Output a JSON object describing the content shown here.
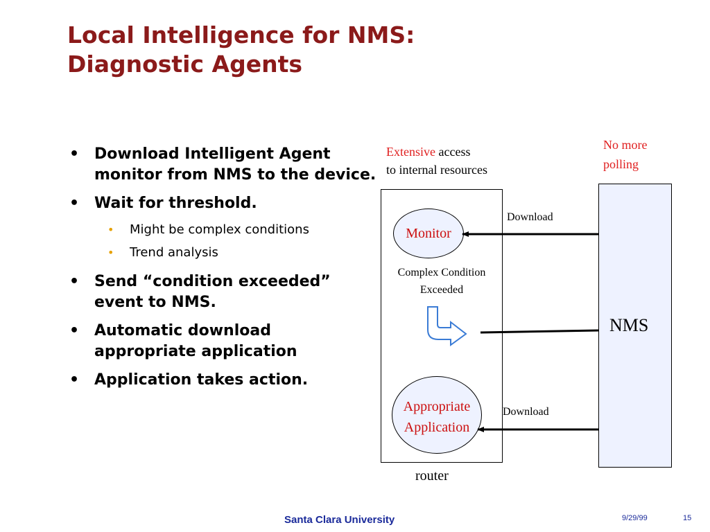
{
  "title": {
    "line1": "Local Intelligence for NMS:",
    "line2": "Diagnostic Agents"
  },
  "bullets": [
    {
      "text": "Download Intelligent Agent monitor from NMS to the device."
    },
    {
      "text": "Wait for threshold.",
      "sub": [
        "Might be complex conditions",
        "Trend analysis"
      ]
    },
    {
      "text": "Send “condition exceeded” event to NMS."
    },
    {
      "text": "Automatic download appropriate application"
    },
    {
      "text": "Application takes action."
    }
  ],
  "diagram": {
    "access_note": {
      "highlight": "Extensive",
      "rest": " access",
      "line2": "to internal resources"
    },
    "polling_note": {
      "line1": "No more",
      "line2": "polling"
    },
    "router_label": "router",
    "nms_label": "NMS",
    "monitor_label": "Monitor",
    "condition": {
      "line1": "Complex Condition",
      "line2": "Exceeded"
    },
    "application": {
      "line1": "Appropriate",
      "line2": "Application"
    },
    "download_top": "Download",
    "download_bottom": "Download"
  },
  "footer": {
    "org": "Santa Clara University",
    "date": "9/29/99",
    "page": "15"
  },
  "colors": {
    "title": "#8b1a1a",
    "accent_red": "#e02020",
    "footer": "#1a2a9a",
    "nms_fill": "#eef2ff",
    "curve_arrow": "#3a7bd5"
  }
}
